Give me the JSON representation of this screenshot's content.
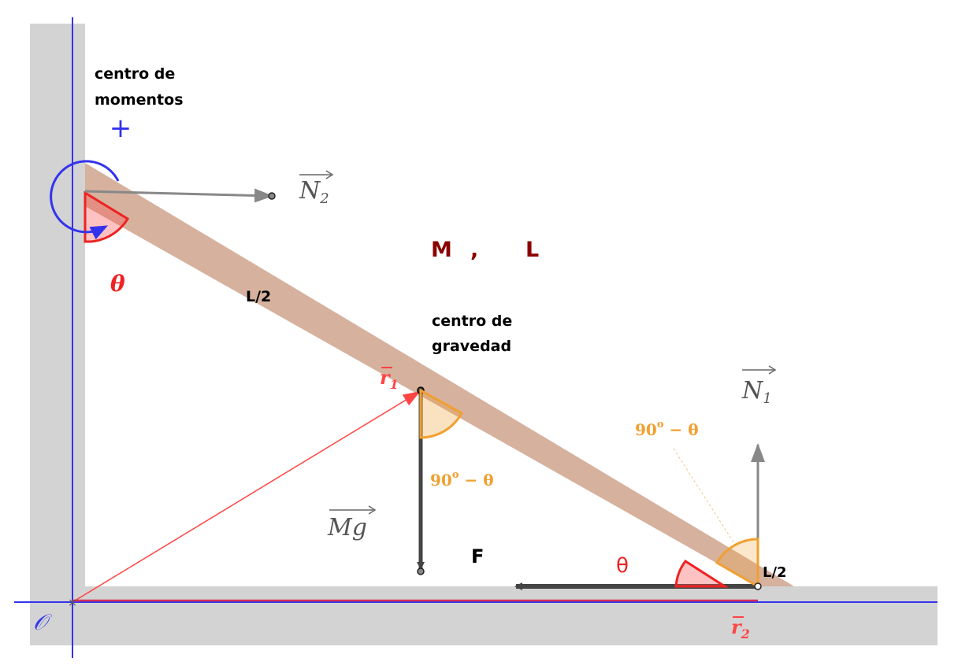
{
  "labels": {
    "moment_center": [
      "centro de",
      "momentos"
    ],
    "gravity_center": [
      "centro de",
      "gravedad"
    ],
    "mass": "M",
    "comma": ",",
    "length": "L",
    "half_length_top": "L/2",
    "half_length_bottom": "L/2",
    "force": "F",
    "theta_top": "θ",
    "theta_bottom": "θ",
    "angle_complement_1": "90",
    "angle_complement_2": "90",
    "angle_sup": "o",
    "angle_rest": " − θ",
    "n1": "N",
    "n1_sub": "1",
    "n2": "N",
    "n2_sub": "2",
    "mg": "Mg",
    "r1": "r",
    "r1_sub": "1",
    "r2": "r",
    "r2_sub": "2",
    "origin": "𝒪",
    "plus": "+"
  },
  "colors": {
    "axis": "#3333ee",
    "surface": "#d3d3d3",
    "ladder": "#d2a994",
    "force": "#444444",
    "normal": "#808080",
    "position": "#ff4444",
    "angle_red": "#ee2222",
    "angle_orange": "#f0a030",
    "moment": "#3333ee"
  }
}
